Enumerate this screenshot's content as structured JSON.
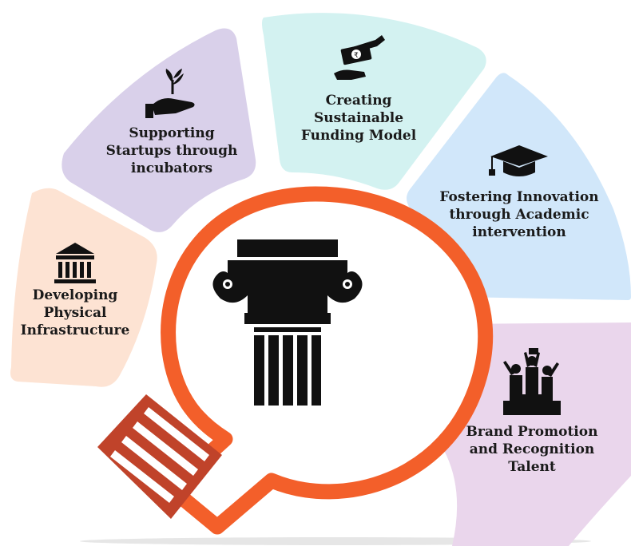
{
  "segments": [
    {
      "label_lines": [
        "Developing",
        "Physical",
        "Infrastructure"
      ],
      "color": "#fde3d3",
      "icon": "bank-building-icon"
    },
    {
      "label_lines": [
        "Supporting",
        "Startups through",
        "incubators"
      ],
      "color": "#d9d0ea",
      "icon": "plant-in-hand-icon"
    },
    {
      "label_lines": [
        "Creating",
        "Sustainable",
        "Funding Model"
      ],
      "color": "#d3f2f1",
      "icon": "money-exchange-icon"
    },
    {
      "label_lines": [
        "Fostering Innovation",
        "through Academic",
        "intervention"
      ],
      "color": "#d1e7fa",
      "icon": "graduation-cap-icon"
    },
    {
      "label_lines": [
        "Brand Promotion",
        "and Recognition",
        "Talent"
      ],
      "color": "#ead6ec",
      "icon": "podium-winners-icon"
    }
  ],
  "center": {
    "icon": "pillar-column-icon",
    "bulb_color": "#f35f2a",
    "base_color": "#c0432a"
  }
}
